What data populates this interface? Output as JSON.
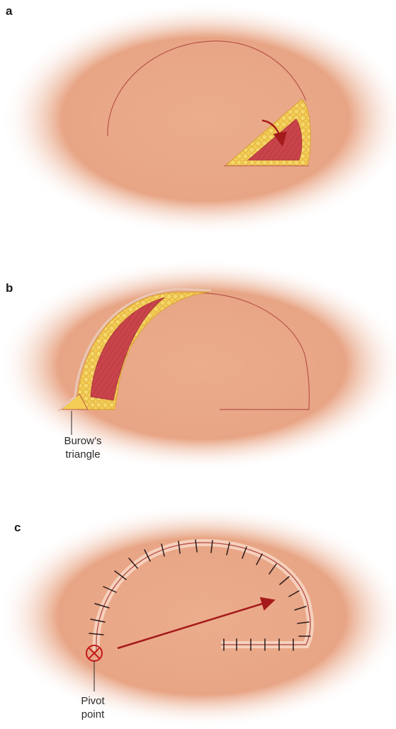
{
  "panels": {
    "a": {
      "letter": "a"
    },
    "b": {
      "letter": "b",
      "annotation_line1": "Burow’s",
      "annotation_line2": "triangle"
    },
    "c": {
      "letter": "c",
      "annotation_line1": "Pivot",
      "annotation_line2": "point"
    }
  },
  "colors": {
    "skin": "#e6a88a",
    "skin_light": "#f0c0a5",
    "flap": "#f3c4a8",
    "incision": "#b8564a",
    "fat": "#f0c850",
    "fat_edge": "#d99a2a",
    "muscle": "#c9444a",
    "arrow": "#a51a1a",
    "suture": "#2a1a1a"
  },
  "icons": [
    "curved-arrow-icon",
    "pivot-point-icon",
    "rotation-arrow-icon"
  ]
}
